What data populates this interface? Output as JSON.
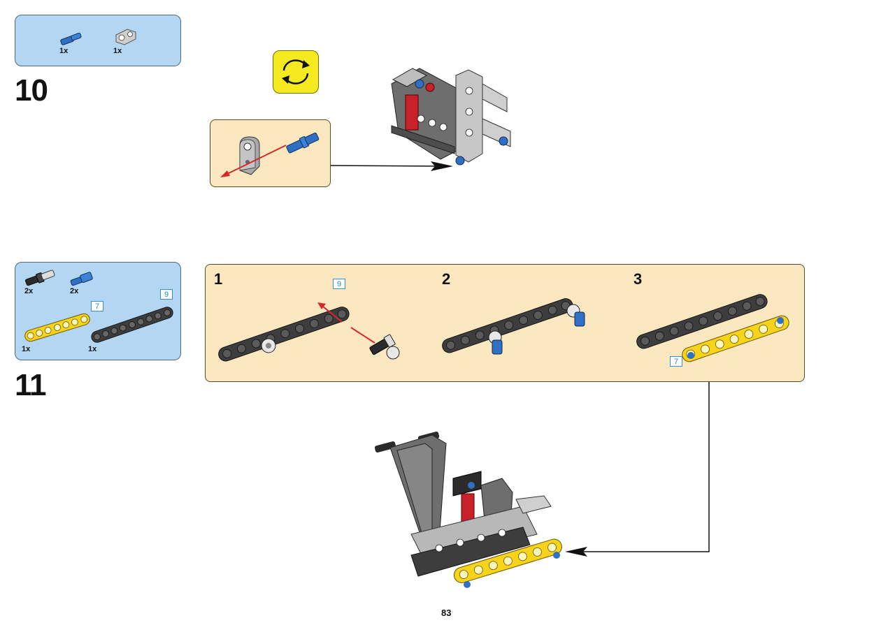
{
  "page_number": "83",
  "step10": {
    "number": "10",
    "parts": [
      {
        "qty": "1x",
        "icon": "blue-axle-pin-icon",
        "color": "#2f6fc4"
      },
      {
        "qty": "1x",
        "icon": "gray-axle-connector-icon",
        "color": "#b9b9b9"
      }
    ]
  },
  "step11": {
    "number": "11",
    "parts": [
      {
        "qty": "2x",
        "icon": "black-axle-pin-icon",
        "color": "#2b2b2b"
      },
      {
        "qty": "2x",
        "icon": "blue-axle-pin-icon",
        "color": "#2f6fc4"
      },
      {
        "qty": "1x",
        "icon": "yellow-beam-7-icon",
        "color": "#f7d319",
        "length": "7"
      },
      {
        "qty": "1x",
        "icon": "dark-gray-beam-9-icon",
        "color": "#3d3d3d",
        "length": "9"
      }
    ],
    "substeps": [
      {
        "number": "1",
        "tag": "9"
      },
      {
        "number": "2"
      },
      {
        "number": "3",
        "tag": "7"
      }
    ]
  },
  "colors": {
    "parts_box": "#b3d7f3",
    "callout": "#fbe8c0",
    "rotate": "#f5ea1f",
    "insert_arrow": "#d9262b"
  }
}
